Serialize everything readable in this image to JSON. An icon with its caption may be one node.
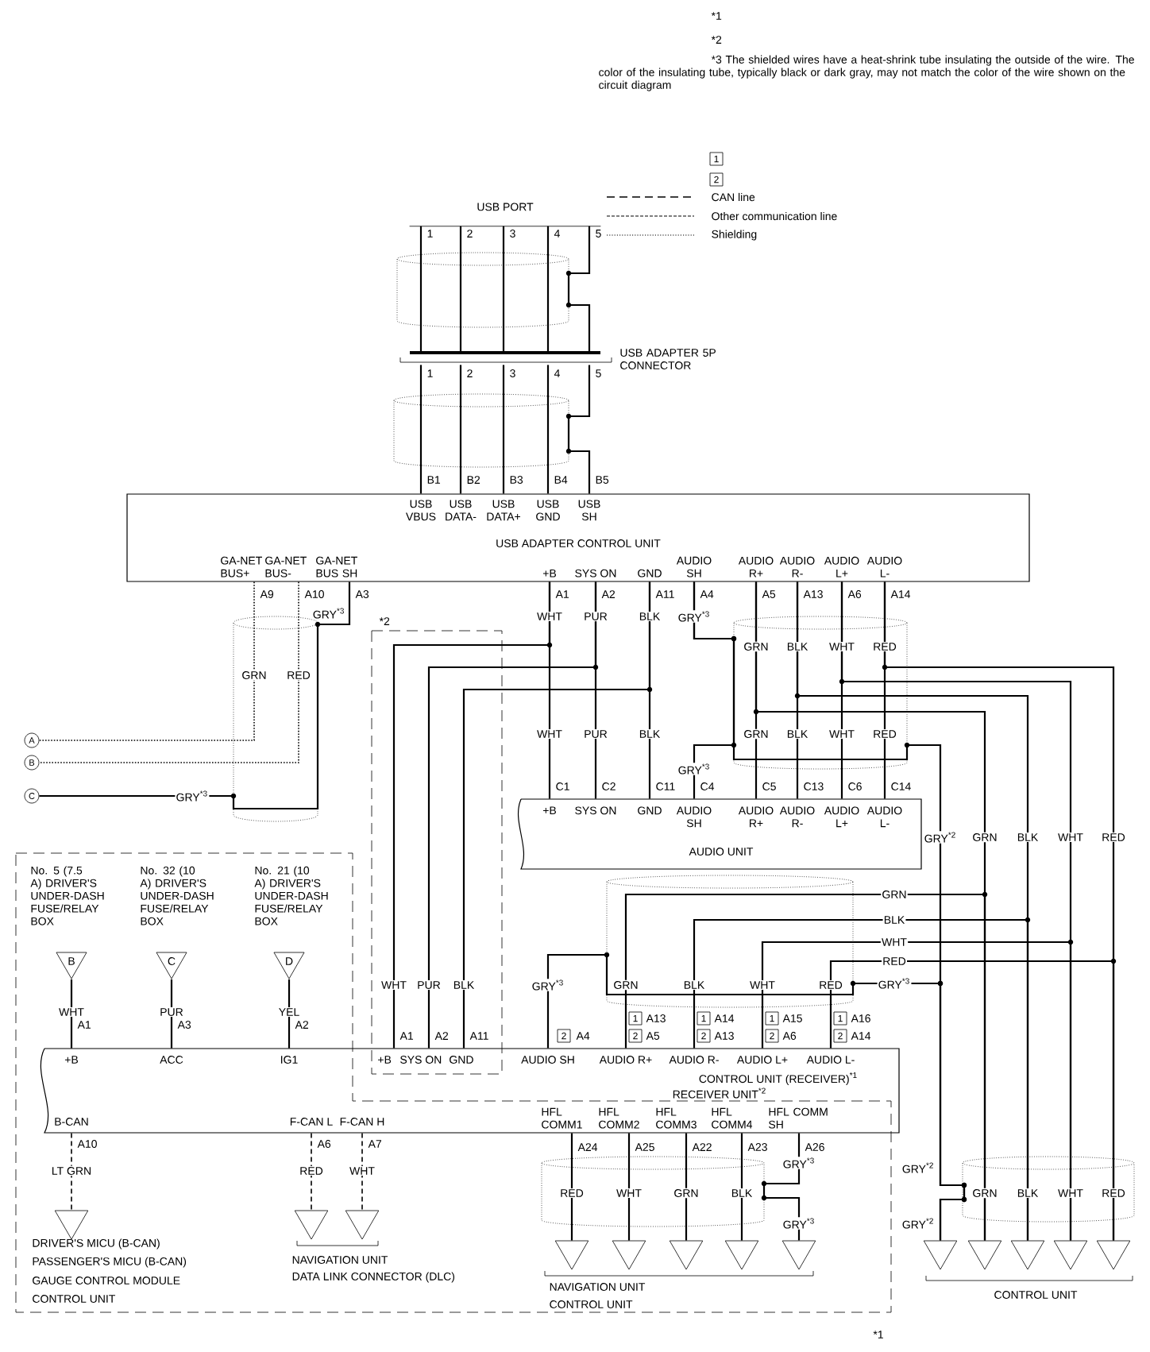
{
  "diagram": {
    "nodes": [
      {
        "text": [
          "USB PORT"
        ]
      },
      {
        "text": [
          "USB ADAPTER 5P CONNECTOR"
        ]
      },
      {
        "text": [
          "USB VBUS",
          "USB DATA-",
          "USB DATA+",
          "USB GND",
          "USB SH",
          "USB ADAPTER CONTROL UNIT",
          "GA-NET BUS+",
          "GA-NET BUS-",
          "GA-NET BUS SH",
          "+B",
          "SYS ON",
          "GND",
          "AUDIO SH",
          "AUDIO R+",
          "AUDIO R-",
          "AUDIO L+",
          "AUDIO L-"
        ]
      },
      {
        "text": [
          "+B",
          "SYS ON",
          "GND",
          "AUDIO SH",
          "AUDIO R+",
          "AUDIO R-",
          "AUDIO L+",
          "AUDIO L-",
          "AUDIO UNIT"
        ]
      },
      {
        "text": [
          "+B",
          "ACC",
          "IG1",
          "+B",
          "SYS ON",
          "GND",
          "AUDIO SH",
          "AUDIO R+",
          "AUDIO R-",
          "AUDIO L+",
          "AUDIO L-",
          "CONTROL UNIT (RECEIVER)$^{*1}$",
          "RECEIVER UNIT$^{*2}$",
          "B-CAN",
          "F-CAN L",
          "F-CAN H",
          "HFL COMM1",
          "HFL COMM2",
          "HFL COMM3",
          "HFL COMM4",
          "HFL COMM SH"
        ]
      },
      {
        "text": [
          "B"
        ],
        "beside": [
          "No. 5 (7.5 A) DRIVER'S UNDER-DASH FUSE/RELAY BOX"
        ]
      },
      {
        "text": [
          "C"
        ],
        "beside": [
          "No. 32 (10 A) DRIVER'S UNDER-DASH FUSE/RELAY BOX"
        ]
      },
      {
        "text": [
          "D"
        ],
        "beside": [
          "No. 21 (10 A) DRIVER'S UNDER-DASH FUSE/RELAY BOX"
        ]
      },
      {
        "text": [
          "A"
        ]
      },
      {
        "text": [
          "B"
        ]
      },
      {
        "text": [
          "C"
        ]
      },
      {
        "text": [],
        "shape": "triangle",
        "beside": [
          "DRIVER'S MICU (B-CAN)",
          "PASSENGER'S MICU (B-CAN)",
          "GAUGE CONTROL MODULE",
          "CONTROL UNIT"
        ]
      },
      {
        "text": [],
        "shape": "triangle"
      },
      {
        "text": [],
        "shape": "triangle"
      },
      {
        "text": [],
        "shape": "triangle"
      },
      {
        "text": [],
        "shape": "triangle"
      },
      {
        "text": [],
        "shape": "triangle"
      },
      {
        "text": [],
        "shape": "triangle"
      },
      {
        "text": [],
        "shape": "triangle"
      },
      {
        "text": [],
        "shape": "triangle"
      },
      {
        "text": [],
        "shape": "triangle"
      },
      {
        "text": [],
        "shape": "triangle"
      },
      {
        "text": [],
        "shape": "triangle"
      },
      {
        "text": [],
        "shape": "triangle"
      }
    ],
    "edges": [
      {
        "from": 0,
        "to": 1,
        "arrow": "none"
      },
      {
        "from": 0,
        "to": 1,
        "arrow": "none"
      },
      {
        "from": 0,
        "to": 1,
        "arrow": "none"
      },
      {
        "from": 0,
        "to": 1,
        "arrow": "none"
      },
      {
        "from": 0,
        "to": 1,
        "arrow": "none"
      },
      {
        "from": 1,
        "to": 2,
        "arrow": "none"
      },
      {
        "from": 1,
        "to": 2,
        "arrow": "none"
      },
      {
        "from": 1,
        "to": 2,
        "arrow": "none"
      },
      {
        "from": 1,
        "to": 2,
        "arrow": "none"
      },
      {
        "from": 1,
        "to": 2,
        "arrow": "none"
      },
      {
        "from": 2,
        "to": 8,
        "arrow": "none",
        "label": "GRN",
        "style": "dashed"
      },
      {
        "from": 2,
        "to": 9,
        "arrow": "none",
        "label": "RED",
        "style": "dashed"
      },
      {
        "from": 2,
        "to": 10,
        "arrow": "none",
        "label": "GRY$^{*3}$"
      },
      {
        "from": 2,
        "to": 3,
        "arrow": "none",
        "label": "WHT"
      },
      {
        "from": 2,
        "to": 3,
        "arrow": "none",
        "label": "PUR"
      },
      {
        "from": 2,
        "to": 3,
        "arrow": "none",
        "label": "BLK"
      },
      {
        "from": 2,
        "to": 3,
        "arrow": "none",
        "label": "GRY$^{*3}$"
      },
      {
        "from": 2,
        "to": 3,
        "arrow": "none",
        "label": "GRN"
      },
      {
        "from": 2,
        "to": 3,
        "arrow": "none",
        "label": "BLK"
      },
      {
        "from": 2,
        "to": 3,
        "arrow": "none",
        "label": "WHT"
      },
      {
        "from": 2,
        "to": 3,
        "arrow": "none",
        "label": "RED"
      },
      {
        "from": 2,
        "to": 4,
        "arrow": "none",
        "label": "WHT"
      },
      {
        "from": 2,
        "to": 4,
        "arrow": "none",
        "label": "PUR"
      },
      {
        "from": 2,
        "to": 4,
        "arrow": "none",
        "label": "BLK"
      },
      {
        "from": 2,
        "to": 20,
        "arrow": "none",
        "label": "GRN"
      },
      {
        "from": 2,
        "to": 21,
        "arrow": "none",
        "label": "BLK"
      },
      {
        "from": 2,
        "to": 22,
        "arrow": "none",
        "label": "WHT"
      },
      {
        "from": 2,
        "to": 23,
        "arrow": "none",
        "label": "RED"
      },
      {
        "from": 2,
        "to": 19,
        "arrow": "none",
        "label": "GRY$^{*2}$"
      },
      {
        "from": 4,
        "to": 19,
        "arrow": "none",
        "label": "GRY$^{*3}$"
      },
      {
        "from": 4,
        "to": 20,
        "arrow": "none",
        "label": "GRN"
      },
      {
        "from": 4,
        "to": 21,
        "arrow": "none",
        "label": "BLK"
      },
      {
        "from": 4,
        "to": 22,
        "arrow": "none",
        "label": "WHT"
      },
      {
        "from": 4,
        "to": 23,
        "arrow": "none",
        "label": "RED"
      },
      {
        "from": 5,
        "to": 4,
        "arrow": "none",
        "label": "WHT"
      },
      {
        "from": 6,
        "to": 4,
        "arrow": "none",
        "label": "PUR"
      },
      {
        "from": 7,
        "to": 4,
        "arrow": "none",
        "label": "YEL"
      },
      {
        "from": 4,
        "to": 11,
        "arrow": "none",
        "label": "LT GRN",
        "style": "dashed"
      },
      {
        "from": 4,
        "to": 12,
        "arrow": "none",
        "label": "RED",
        "style": "dashed"
      },
      {
        "from": 4,
        "to": 13,
        "arrow": "none",
        "label": "WHT",
        "style": "dashed"
      },
      {
        "from": 4,
        "to": 14,
        "arrow": "none",
        "label": "RED"
      },
      {
        "from": 4,
        "to": 15,
        "arrow": "none",
        "label": "WHT"
      },
      {
        "from": 4,
        "to": 16,
        "arrow": "none",
        "label": "GRN"
      },
      {
        "from": 4,
        "to": 17,
        "arrow": "none",
        "label": "BLK"
      },
      {
        "from": 4,
        "to": 18,
        "arrow": "none",
        "label": "GRY$^{*3}$"
      }
    ],
    "labels": [
      "*1",
      "*2",
      "*3 The shielded wires have a heat-shrink tube insulating the outside of the wire. The color of the insulating tube, typically black or dark gray, may not match the color of the wire shown on the circuit diagram",
      "1",
      "2",
      "1",
      "2",
      "3",
      "4",
      "5",
      "1",
      "2",
      "3",
      "4",
      "5",
      "B1",
      "B2",
      "B3",
      "B4",
      "B5",
      "A9",
      "A10",
      "A3",
      "A1",
      "A2",
      "A11",
      "A4",
      "A5",
      "A13",
      "A6",
      "A14",
      "*2",
      "GRY$^{*3}$",
      "WHT",
      "PUR",
      "BLK",
      "GRN",
      "BLK",
      "WHT",
      "RED",
      "GRY$^{*3}$",
      "C1",
      "C2",
      "C11",
      "C4",
      "C5",
      "C13",
      "C6",
      "C14",
      "A1",
      "A3",
      "A2",
      "A1",
      "A2",
      "A11",
      "2",
      "A4",
      "1",
      "A13",
      "1",
      "A14",
      "1",
      "A15",
      "1",
      "A16",
      "2",
      "A5",
      "2",
      "A13",
      "2",
      "A6",
      "2",
      "A14",
      "GRN",
      "BLK",
      "WHT",
      "RED",
      "GRY$^{*3}$",
      "A10",
      "A6",
      "A7",
      "NAVIGATION UNIT",
      "DATA LINK CONNECTOR (DLC)",
      "A24",
      "A25",
      "A22",
      "A23",
      "A26",
      "GRY$^{*3}$",
      "NAVIGATION UNIT",
      "CONTROL UNIT",
      "GRY$^{*2}$",
      "GRY$^{*2}$",
      "GRN",
      "BLK",
      "WHT",
      "RED",
      "CONTROL UNIT",
      "*1"
    ],
    "legend": [
      {
        "text": "CAN line"
      },
      {
        "text": "Other communication line"
      },
      {
        "text": "Shielding"
      }
    ]
  }
}
